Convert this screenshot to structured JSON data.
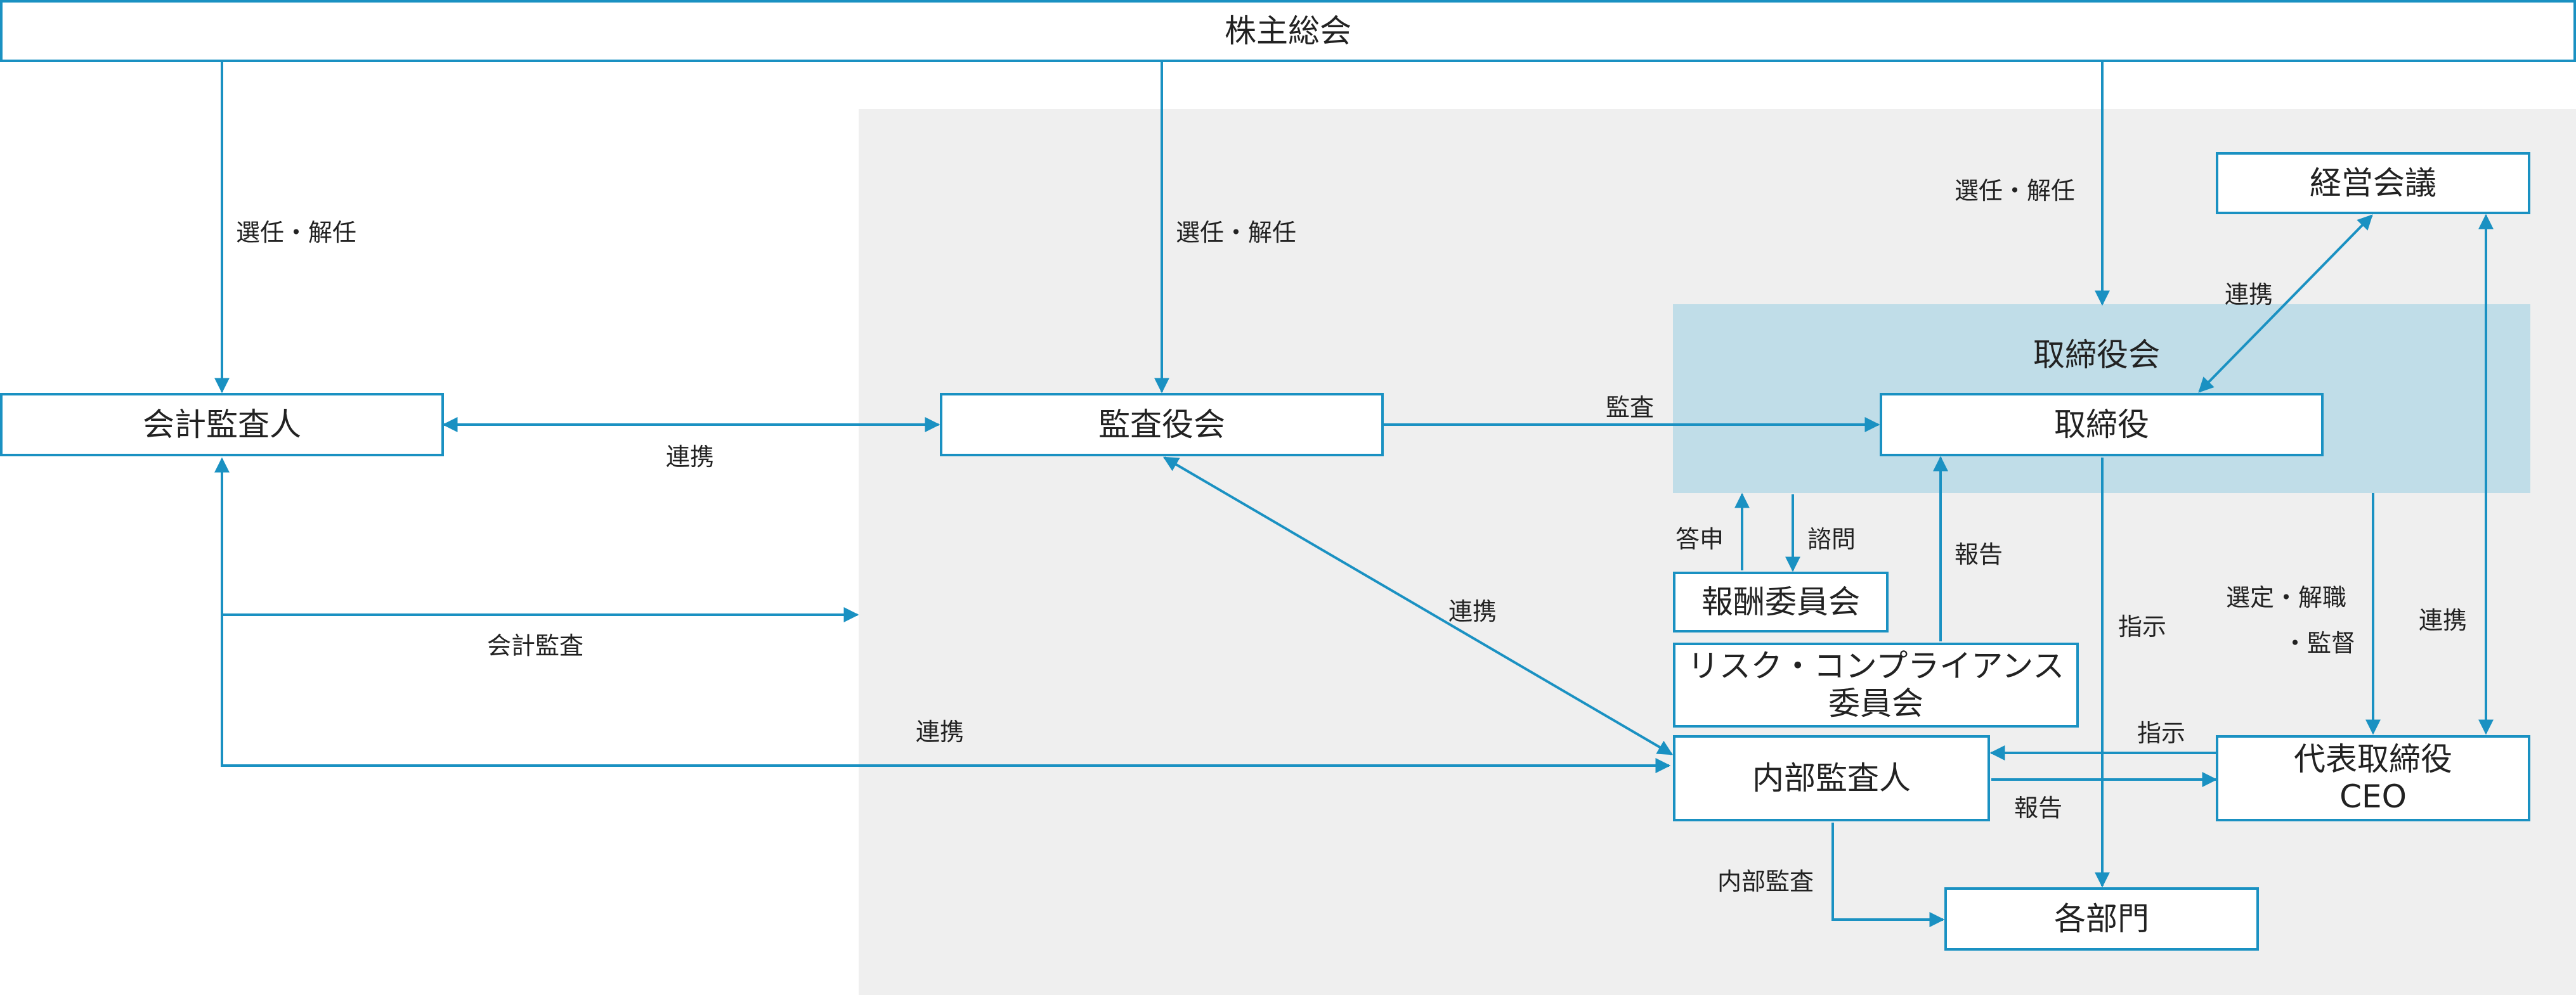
{
  "colors": {
    "line": "#1a91c2",
    "gray_region": "#efefef",
    "board_region": "#c0dde8"
  },
  "nodes": {
    "shareholders": "株主総会",
    "accounting_auditor": "会計監査人",
    "audit_board": "監査役会",
    "board_group": "取締役会",
    "directors": "取締役",
    "management_meeting": "経営会議",
    "remuneration_committee": "報酬委員会",
    "risk_committee_line1": "リスク・コンプライアンス",
    "risk_committee_line2": "委員会",
    "internal_auditor": "内部監査人",
    "ceo_line1": "代表取締役",
    "ceo_line2": "CEO",
    "departments": "各部門"
  },
  "labels": {
    "elect_dismiss": "選任・解任",
    "cooperation": "連携",
    "audit": "監査",
    "accounting_audit": "会計監査",
    "report_answer": "答申",
    "consult": "諮問",
    "report": "報告",
    "instruct": "指示",
    "select_dismiss_supervise_line1": "選定・解職",
    "select_dismiss_supervise_line2": "・監督",
    "internal_audit": "内部監査"
  }
}
